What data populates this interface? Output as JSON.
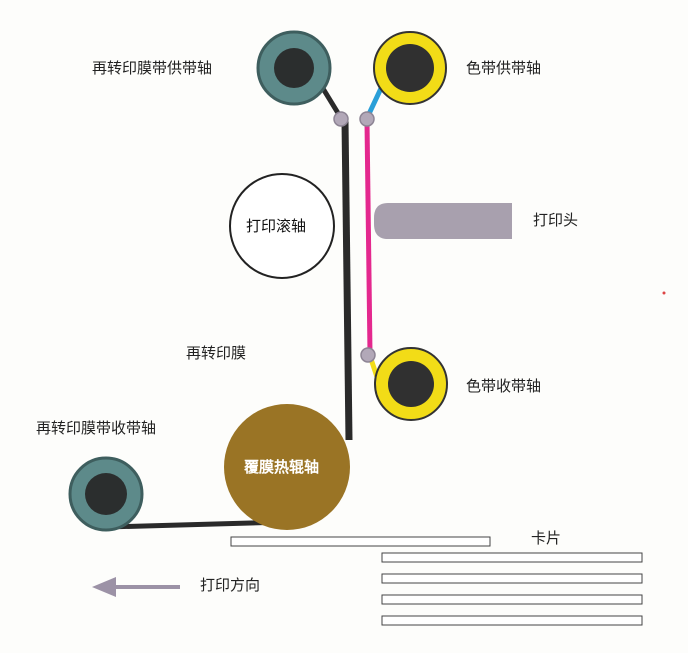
{
  "labels": {
    "transfer_film_supply": "再转印膜带供带轴",
    "ribbon_supply": "色带供带轴",
    "platen_roller": "打印滚轴",
    "print_head": "打印头",
    "transfer_film": "再转印膜",
    "ribbon_takeup": "色带收带轴",
    "transfer_film_takeup": "再转印膜带收带轴",
    "heat_roller": "覆膜热辊轴",
    "card": "卡片",
    "print_direction": "打印方向"
  },
  "colors": {
    "film_roll_outer": "#5d8a8a",
    "film_roll_inner": "#2b2e2e",
    "ribbon_roll_outer": "#f2dc17",
    "ribbon_roll_inner": "#303030",
    "film_path": "#2a2a2a",
    "ribbon_magenta": "#e4288e",
    "ribbon_cyan": "#2a9fd8",
    "ribbon_yellow": "#f2dc17",
    "heat_roller": "#9a7425",
    "print_head": "#a8a0ae",
    "guide_roller": "#b2a8b8",
    "arrow": "#9c92a6"
  }
}
